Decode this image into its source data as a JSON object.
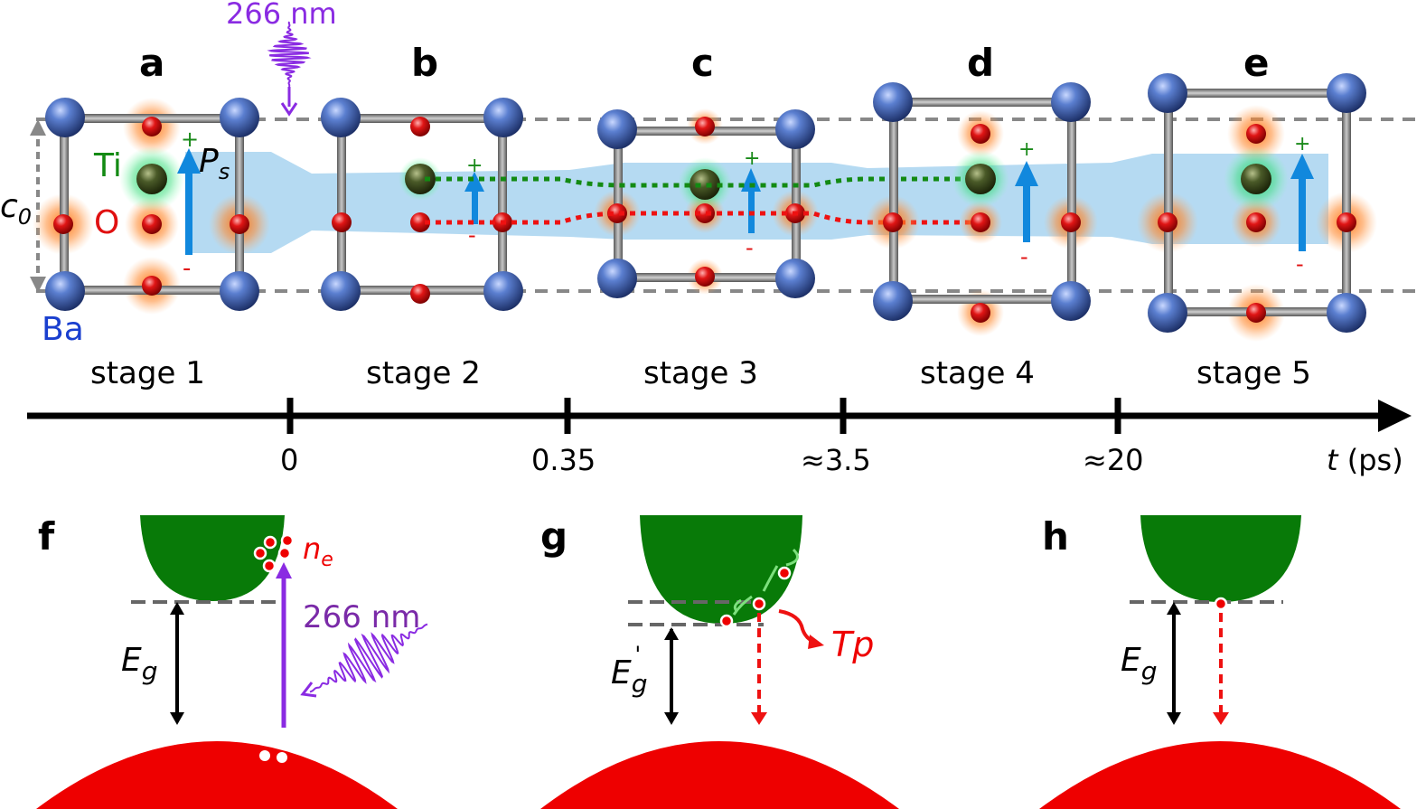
{
  "pulse_label_top": "266 nm",
  "panels": {
    "a": "a",
    "b": "b",
    "c": "c",
    "d": "d",
    "e": "e",
    "f": "f",
    "g": "g",
    "h": "h"
  },
  "stages": [
    "stage 1",
    "stage 2",
    "stage 3",
    "stage 4",
    "stage 5"
  ],
  "timeline": {
    "ticks": [
      "0",
      "0.35",
      "≈3.5",
      "≈20"
    ],
    "axis_var": "t",
    "axis_unit": "(ps)"
  },
  "atoms": {
    "ti": "Ti",
    "o": "O",
    "ba": "Ba"
  },
  "lattice_param": {
    "main": "c",
    "sub": "0"
  },
  "polarization": {
    "main": "P",
    "sub": "s"
  },
  "charge": {
    "plus": "+",
    "minus": "-"
  },
  "band": {
    "carriers": {
      "main": "n",
      "sub": "e"
    },
    "pulse_label": "266 nm",
    "gap": {
      "main": "E",
      "sub": "g"
    },
    "gap_reduced": {
      "main": "E",
      "sub": "g",
      "prime": "'"
    },
    "phonon": "Tp"
  },
  "colors": {
    "ba": "#3a5fa8",
    "oxygen": "#d01010",
    "ti": "#3a4a20",
    "glow_o": "#ff7a1a",
    "glow_ti": "#22cc55",
    "conduction": "#087a08",
    "valence": "#ee0000",
    "pulse": "#8a2be2",
    "ps_arrow": "#1188dd",
    "band_path": "#a8d4f0"
  }
}
